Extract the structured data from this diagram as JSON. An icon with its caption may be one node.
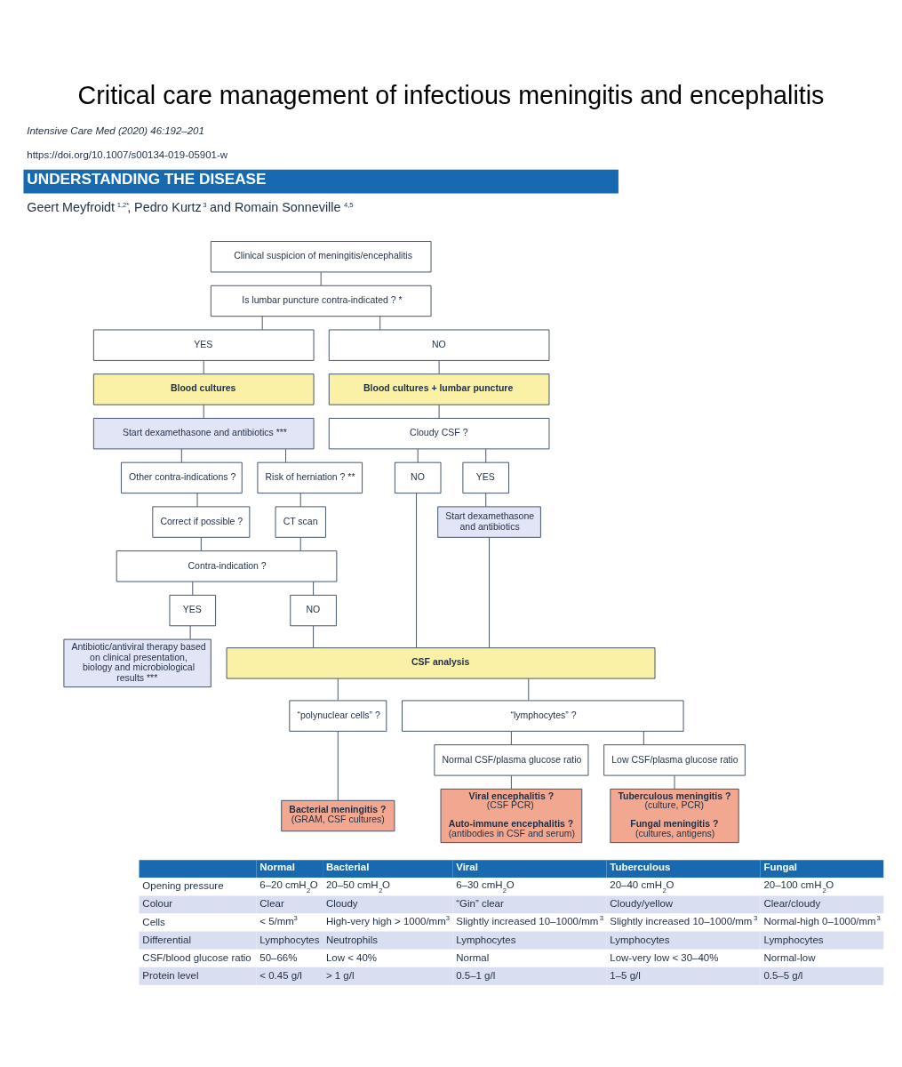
{
  "diagram": {
    "title": "Critical care management of infectious meningitis and encephalitis",
    "nodes": [
      {
        "text": [
          "Clinical suspicion of meningitis/encephalitis"
        ]
      },
      {
        "text": [
          "Is lumbar puncture contra-indicated ? *"
        ]
      },
      {
        "text": [
          "YES"
        ]
      },
      {
        "text": [
          "NO"
        ]
      },
      {
        "text": [
          "Blood cultures"
        ]
      },
      {
        "text": [
          "Blood cultures + lumbar puncture"
        ]
      },
      {
        "text": [
          "Start dexamethasone and antibiotics ***"
        ]
      },
      {
        "text": [
          "Cloudy CSF ?"
        ]
      },
      {
        "text": [
          "Other contra-indications ?"
        ]
      },
      {
        "text": [
          "Risk of herniation ? **"
        ]
      },
      {
        "text": [
          "NO"
        ]
      },
      {
        "text": [
          "YES"
        ]
      },
      {
        "text": [
          "Correct if possible ?"
        ]
      },
      {
        "text": [
          "CT scan"
        ]
      },
      {
        "text": [
          "Start dexamethasone and antibiotics"
        ]
      },
      {
        "text": [
          "Contra-indication ?"
        ]
      },
      {
        "text": [
          "YES"
        ]
      },
      {
        "text": [
          "NO"
        ]
      },
      {
        "text": [
          "Antibiotic/antiviral therapy based on clinical presentation, biology and microbiological results ***"
        ]
      },
      {
        "text": [
          "CSF analysis"
        ]
      },
      {
        "text": [
          "“polynuclear cells” ?"
        ]
      },
      {
        "text": [
          "“lymphocytes” ?"
        ]
      },
      {
        "text": [
          "Normal CSF/plasma glucose ratio"
        ]
      },
      {
        "text": [
          "Low CSF/plasma glucose ratio"
        ]
      },
      {
        "text": [
          "Bacterial meningitis ?",
          "(GRAM, CSF cultures)"
        ]
      },
      {
        "text": [
          "Viral encephalitis ?",
          "(CSF PCR)",
          "Auto-immune encephalitis ?",
          "(antibodies in CSF and serum)"
        ]
      },
      {
        "text": [
          "Tuberculous meningitis ?",
          "(culture, PCR)",
          "Fungal meningitis ?",
          "(cultures, antigens)"
        ]
      }
    ],
    "edges": [
      {
        "from": 0,
        "to": 1,
        "arrow": "none"
      },
      {
        "from": 1,
        "to": 2,
        "arrow": "none"
      },
      {
        "from": 1,
        "to": 3,
        "arrow": "none"
      },
      {
        "from": 2,
        "to": 4,
        "arrow": "none"
      },
      {
        "from": 3,
        "to": 5,
        "arrow": "none"
      },
      {
        "from": 4,
        "to": 6,
        "arrow": "none"
      },
      {
        "from": 5,
        "to": 7,
        "arrow": "none"
      },
      {
        "from": 6,
        "to": 8,
        "arrow": "none"
      },
      {
        "from": 6,
        "to": 9,
        "arrow": "none"
      },
      {
        "from": 7,
        "to": 10,
        "arrow": "none"
      },
      {
        "from": 7,
        "to": 11,
        "arrow": "none"
      },
      {
        "from": 8,
        "to": 12,
        "arrow": "none"
      },
      {
        "from": 9,
        "to": 13,
        "arrow": "none"
      },
      {
        "from": 11,
        "to": 14,
        "arrow": "none"
      },
      {
        "from": 12,
        "to": 15,
        "arrow": "none"
      },
      {
        "from": 13,
        "to": 15,
        "arrow": "none"
      },
      {
        "from": 15,
        "to": 16,
        "arrow": "none"
      },
      {
        "from": 15,
        "to": 17,
        "arrow": "none"
      },
      {
        "from": 16,
        "to": 18,
        "arrow": "none"
      },
      {
        "from": 17,
        "to": 19,
        "arrow": "none"
      },
      {
        "from": 10,
        "to": 19,
        "arrow": "none"
      },
      {
        "from": 14,
        "to": 19,
        "arrow": "none"
      },
      {
        "from": 19,
        "to": 20,
        "arrow": "none"
      },
      {
        "from": 19,
        "to": 21,
        "arrow": "none"
      },
      {
        "from": 21,
        "to": 22,
        "arrow": "none"
      },
      {
        "from": 21,
        "to": 23,
        "arrow": "none"
      },
      {
        "from": 20,
        "to": 24,
        "arrow": "none"
      },
      {
        "from": 22,
        "to": 25,
        "arrow": "none"
      },
      {
        "from": 23,
        "to": 26,
        "arrow": "none"
      }
    ],
    "labels": [
      "Intensive Care Med (2020) 46:192–201",
      "https://doi.org/10.1007/s00134-019-05901-w",
      "UNDERSTANDING THE DISEASE",
      "Geert Meyfroidt$^{1,2*}$, Pedro Kurtz$^{3}$ and Romain Sonneville$^{4,5}$",
      "Normal",
      "Bacterial",
      "Viral",
      "Tuberculous",
      "Fungal",
      "Opening pressure",
      "6–20 cmH$_{2}$O",
      "20–50 cmH$_{2}$O",
      "6–30 cmH$_{2}$O",
      "20–40 cmH$_{2}$O",
      "20–100 cmH$_{2}$O",
      "Colour",
      "Clear",
      "Cloudy",
      "“Gin” clear",
      "Cloudy/yellow",
      "Clear/cloudy",
      "Cells",
      "< 5/mm$^{3}$",
      "High-very high > 1000/mm$^{3}$",
      "Slightly increased 10–1000/mm$^{3}$",
      "Slightly increased 10–1000/mm$^{3}$",
      "Normal-high 0–1000/mm$^{3}$",
      "Differential",
      "Lymphocytes",
      "Neutrophils",
      "Lymphocytes",
      "Lymphocytes",
      "Lymphocytes",
      "CSF/blood glucose ratio",
      "50–66%",
      "Low < 40%",
      "Normal",
      "Low-very low < 30–40%",
      "Normal-low",
      "Protein level",
      "< 0.45 g/l",
      "> 1 g/l",
      "0.5–1 g/l",
      "1–5 g/l",
      "0.5–5 g/l"
    ]
  }
}
